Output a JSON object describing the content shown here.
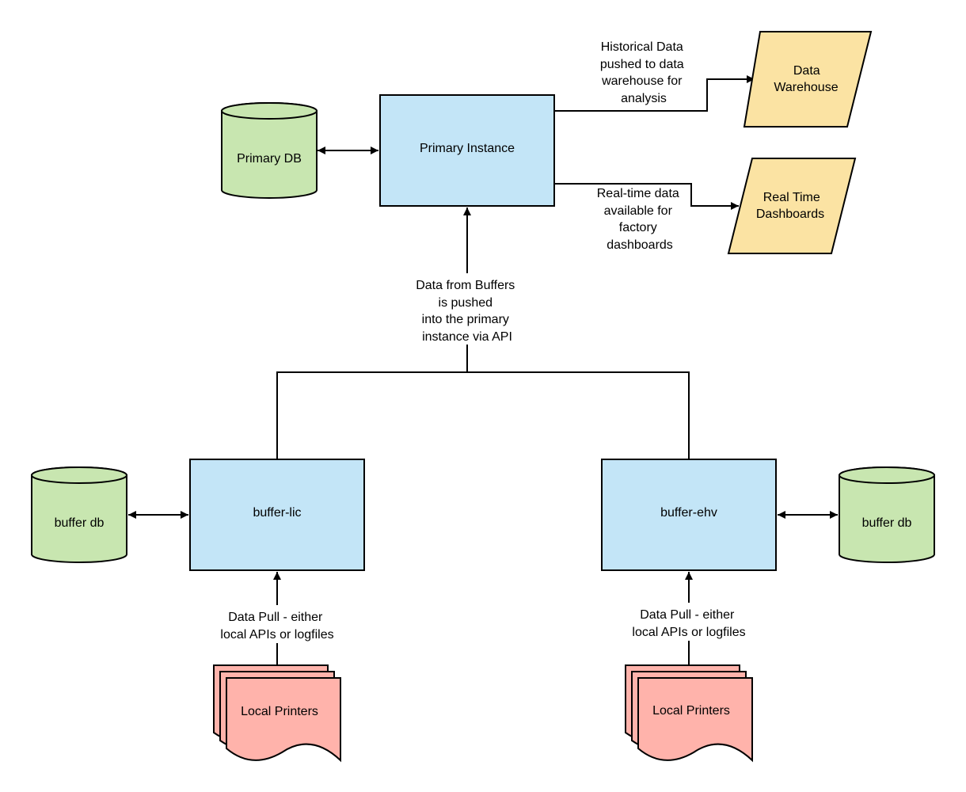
{
  "colors": {
    "instance": "#c3e5f7",
    "database": "#c8e6b0",
    "output": "#fbe3a3",
    "document": "#ffb3ab",
    "line": "#000000"
  },
  "nodes": {
    "primary_db": {
      "label": "Primary DB",
      "shape": "cylinder"
    },
    "primary_instance": {
      "label": "Primary Instance",
      "shape": "rectangle"
    },
    "data_warehouse": {
      "lines": [
        "Data",
        "Warehouse"
      ],
      "shape": "parallelogram"
    },
    "real_time_dashboards": {
      "lines": [
        "Real Time",
        "Dashboards"
      ],
      "shape": "parallelogram"
    },
    "buffer_db_left": {
      "label": "buffer db",
      "shape": "cylinder"
    },
    "buffer_lic": {
      "label": "buffer-lic",
      "shape": "rectangle"
    },
    "buffer_ehv": {
      "label": "buffer-ehv",
      "shape": "rectangle"
    },
    "buffer_db_right": {
      "label": "buffer db",
      "shape": "cylinder"
    },
    "local_printers_left": {
      "label": "Local Printers",
      "shape": "multi-document"
    },
    "local_printers_right": {
      "label": "Local Printers",
      "shape": "multi-document"
    }
  },
  "edge_labels": {
    "historical": [
      "Historical Data",
      "pushed to data",
      "warehouse for",
      "analysis"
    ],
    "realtime": [
      "Real-time data",
      "available for",
      "factory",
      "dashboards"
    ],
    "buffers_push": [
      "Data from Buffers",
      "is pushed",
      "into the primary",
      "instance via API"
    ],
    "pull_left": [
      "Data Pull  - either",
      "local APIs or logfiles"
    ],
    "pull_right": [
      "Data Pull  - either",
      "local APIs or logfiles"
    ]
  }
}
